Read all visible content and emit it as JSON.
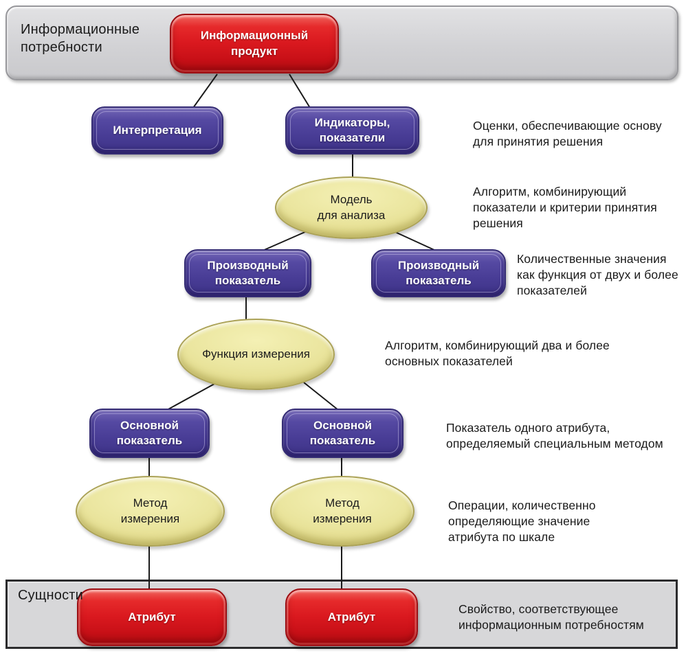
{
  "colors": {
    "band_fill": "#d2d2d5",
    "band_border": "#97979b",
    "bottom_band_border": "#2b2b2d",
    "red_node": "#d5121a",
    "purple_node": "#483c95",
    "yellow_node": "#e9e49c",
    "connector": "#1a1a1a",
    "annotation_text": "#1a1a1a",
    "node_text": "#ffffff"
  },
  "top_band": {
    "title_lines": [
      "Информационные",
      "потребности"
    ]
  },
  "bottom_band": {
    "title": "Сущности"
  },
  "nodes": {
    "product": {
      "lines": [
        "Информационный",
        "продукт"
      ]
    },
    "interpretation": {
      "lines": [
        "Интерпретация"
      ]
    },
    "indicators": {
      "lines": [
        "Индикаторы,",
        "показатели"
      ]
    },
    "model": {
      "lines": [
        "Модель",
        "для анализа"
      ]
    },
    "derived_left": {
      "lines": [
        "Производный",
        "показатель"
      ]
    },
    "derived_right": {
      "lines": [
        "Производный",
        "показатель"
      ]
    },
    "measurement_function": {
      "lines": [
        "Функция измерения"
      ]
    },
    "basic_left": {
      "lines": [
        "Основной",
        "показатель"
      ]
    },
    "basic_right": {
      "lines": [
        "Основной",
        "показатель"
      ]
    },
    "method_left": {
      "lines": [
        "Метод",
        "измерения"
      ]
    },
    "method_right": {
      "lines": [
        "Метод",
        "измерения"
      ]
    },
    "attribute_left": {
      "lines": [
        "Атрибут"
      ]
    },
    "attribute_right": {
      "lines": [
        "Атрибут"
      ]
    }
  },
  "annotations": {
    "indicators_note": {
      "lines": [
        "Оценки, обеспечивающие основу",
        "для принятия решения"
      ]
    },
    "model_note": {
      "lines": [
        "Алгоритм, комбинирующий",
        "показатели и критерии принятия",
        "решения"
      ]
    },
    "derived_note": {
      "lines": [
        "Количественные значения",
        "как функция от двух и более",
        "показателей"
      ]
    },
    "function_note": {
      "lines": [
        "Алгоритм, комбинирующий два и более",
        "основных показателей"
      ]
    },
    "basic_note": {
      "lines": [
        "Показатель одного атрибута,",
        "определяемый специальным методом"
      ]
    },
    "method_note": {
      "lines": [
        "Операции, количественно",
        "определяющие значение",
        "атрибута по шкале"
      ]
    },
    "attribute_note": {
      "lines": [
        "Свойство, соответствующее",
        "информационным потребностям"
      ]
    }
  }
}
